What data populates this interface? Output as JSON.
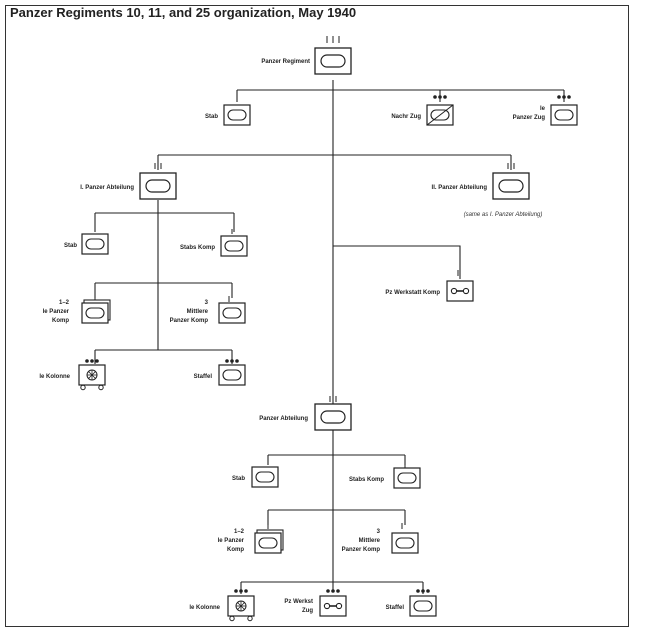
{
  "title": "Panzer Regiments 10, 11, and 25 organization, May 1940",
  "units": {
    "regiment": "Panzer Regiment",
    "reg_stab": "Stab",
    "reg_nachr": "Nachr Zug",
    "reg_lepz_1": "le",
    "reg_lepz_2": "Panzer Zug",
    "abt1": "I. Panzer Abteilung",
    "abt2": "II. Panzer Abteilung",
    "abt2_note": "(same as I. Panzer Abteilung)",
    "abt1_stab": "Stab",
    "abt1_stabskomp": "Stabs Komp",
    "abt1_lekomp_1": "1–2",
    "abt1_lekomp_2": "le Panzer",
    "abt1_lekomp_3": "Komp",
    "abt1_mkomp_1": "3",
    "abt1_mkomp_2": "Mittlere",
    "abt1_mkomp_3": "Panzer Komp",
    "abt1_kolonne": "le Kolonne",
    "abt1_staffel": "Staffel",
    "werkstatt": "Pz Werkstatt Komp",
    "pzabt": "Panzer Abteilung",
    "pz_stab": "Stab",
    "pz_stabskomp": "Stabs Komp",
    "pz_lekomp_1": "1–2",
    "pz_lekomp_2": "le Panzer",
    "pz_lekomp_3": "Komp",
    "pz_mkomp_1": "3",
    "pz_mkomp_2": "Mittlere",
    "pz_mkomp_3": "Panzer Komp",
    "pz_kolonne": "le Kolonne",
    "pz_werkzug_1": "Pz Werkst",
    "pz_werkzug_2": "Zug",
    "pz_staffel": "Staffel"
  }
}
